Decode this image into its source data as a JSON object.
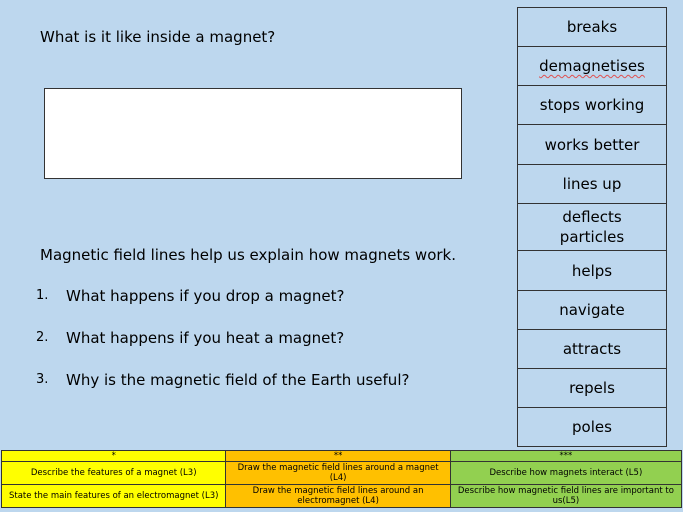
{
  "title": "What is it like inside a magnet?",
  "intro": "Magnetic field lines help us explain how magnets work.",
  "questions": [
    {
      "num": "1.",
      "text": "What happens if you drop a magnet?"
    },
    {
      "num": "2.",
      "text": "What happens if you heat a magnet?"
    },
    {
      "num": "3.",
      "text": "Why is the magnetic field of the Earth useful?"
    }
  ],
  "word_bank": [
    "breaks",
    "demagnetises",
    "stops working",
    "works better",
    "lines up",
    "deflects particles",
    "helps",
    "navigate",
    "attracts",
    "repels",
    "poles"
  ],
  "objectives": {
    "headers": [
      "*",
      "**",
      "***"
    ],
    "rows": [
      [
        "Describe the features of a magnet (L3)",
        "Draw the magnetic field lines around a magnet (L4)",
        "Describe how magnets interact (L5)"
      ],
      [
        "State the main features of an electromagnet (L3)",
        "Draw the magnetic field lines around an electromagnet (L4)",
        "Describe how magnetic field lines are important to us(L5)"
      ]
    ]
  },
  "colors": {
    "background": "#bdd7ee",
    "star1": "#ffff00",
    "star2": "#ffc000",
    "star3": "#92d050"
  }
}
